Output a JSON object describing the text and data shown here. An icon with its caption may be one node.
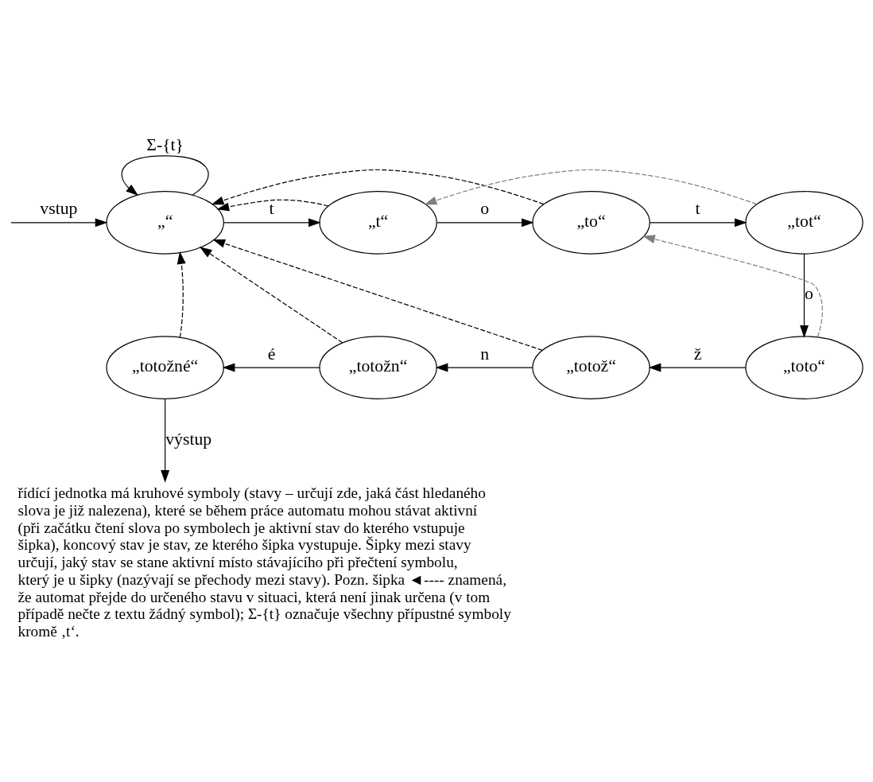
{
  "diagram": {
    "caption": "řídící jednotka má kruhové symboly (stavy – určují zde, jaká část hledaného slova je již nalezena), které se během práce automatu mohou stávat aktivní (při začátku čtení slova po symbolech je aktivní stav do kterého vstupuje šipka), koncový stav je stav, ze kterého šipka vystupuje. Šipky mezi stavy určují, jaký stav se stane aktivní místo stávajícího při přečtení symbolu, který je u šipky (nazývají se přechody mezi stavy). Pozn. šipka ◄---- znamená, že automat přejde do určeného stavu v situaci, která není jinak určena (v tom případě nečte z textu žádný symbol); Σ-{t} označuje všechny přípustné symboly kromě ‚t‘.",
    "nodes": [
      {
        "text": [
          "„“"
        ]
      },
      {
        "text": [
          "„t“"
        ]
      },
      {
        "text": [
          "„to“"
        ]
      },
      {
        "text": [
          "„tot“"
        ]
      },
      {
        "text": [
          "„totožné“"
        ]
      },
      {
        "text": [
          "„totožn“"
        ]
      },
      {
        "text": [
          "„totož“"
        ]
      },
      {
        "text": [
          "„toto“"
        ]
      }
    ],
    "edges": [
      {
        "from": null,
        "to": 0,
        "arrow": "to",
        "label": "vstup"
      },
      {
        "from": 0,
        "to": 0,
        "arrow": "to",
        "label": "Σ-{t}"
      },
      {
        "from": 0,
        "to": 1,
        "arrow": "to",
        "label": "t"
      },
      {
        "from": 1,
        "to": 0,
        "arrow": "to",
        "style": "dashed"
      },
      {
        "from": 1,
        "to": 2,
        "arrow": "to",
        "label": "o"
      },
      {
        "from": 2,
        "to": 3,
        "arrow": "to",
        "label": "t"
      },
      {
        "from": 2,
        "to": 0,
        "arrow": "to",
        "style": "dashed"
      },
      {
        "from": 3,
        "to": 1,
        "arrow": "to",
        "style": "dashed",
        "color": "#7f7f7f"
      },
      {
        "from": 3,
        "to": 7,
        "arrow": "to",
        "label": "o"
      },
      {
        "from": 7,
        "to": 6,
        "arrow": "to",
        "label": "ž"
      },
      {
        "from": 7,
        "to": 2,
        "arrow": "to",
        "style": "dashed",
        "color": "#7f7f7f"
      },
      {
        "from": 6,
        "to": 5,
        "arrow": "to",
        "label": "n"
      },
      {
        "from": 6,
        "to": 0,
        "arrow": "to",
        "style": "dashed"
      },
      {
        "from": 5,
        "to": 4,
        "arrow": "to",
        "label": "é"
      },
      {
        "from": 5,
        "to": 0,
        "arrow": "to",
        "style": "dashed"
      },
      {
        "from": 4,
        "to": 0,
        "arrow": "to",
        "style": "dashed"
      },
      {
        "from": 4,
        "to": null,
        "arrow": "to",
        "label": "výstup"
      }
    ]
  }
}
